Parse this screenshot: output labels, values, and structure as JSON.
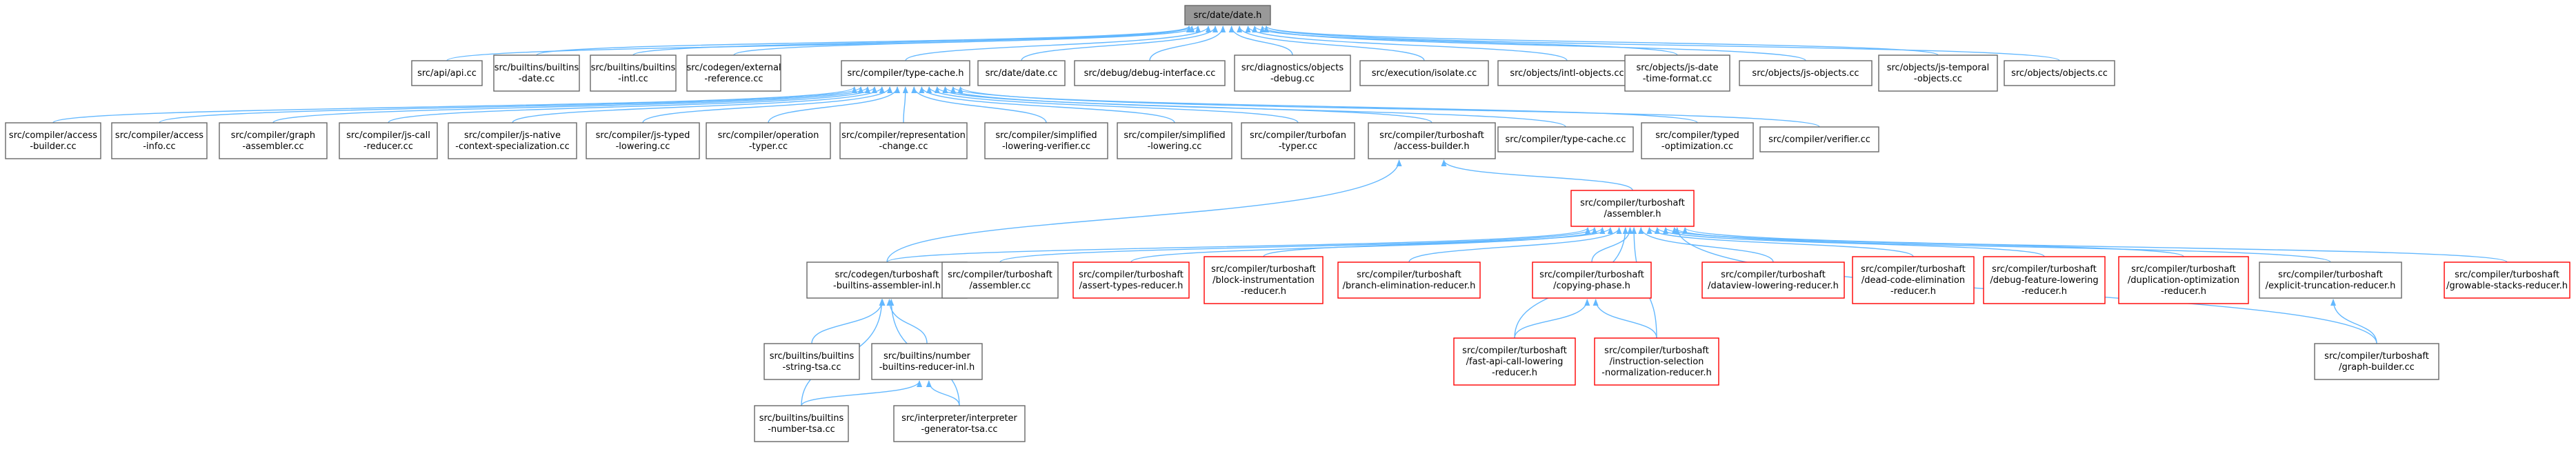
{
  "colors": {
    "edge": "#63b8ff",
    "root_fill": "#999999",
    "normal_border": "#666666",
    "highlight_border": "#ff0000",
    "background": "#ffffff"
  },
  "graph": {
    "nodes": [
      {
        "id": "date_h",
        "lines": [
          "src/date/date.h"
        ],
        "style": "root"
      },
      {
        "id": "api_cc",
        "lines": [
          "src/api/api.cc"
        ],
        "style": "normal"
      },
      {
        "id": "builtins_date",
        "lines": [
          "src/builtins/builtins",
          "-date.cc"
        ],
        "style": "normal"
      },
      {
        "id": "builtins_intl",
        "lines": [
          "src/builtins/builtins",
          "-intl.cc"
        ],
        "style": "normal"
      },
      {
        "id": "codegen_extref",
        "lines": [
          "src/codegen/external",
          "-reference.cc"
        ],
        "style": "normal"
      },
      {
        "id": "type_cache_h",
        "lines": [
          "src/compiler/type-cache.h"
        ],
        "style": "normal"
      },
      {
        "id": "date_cc",
        "lines": [
          "src/date/date.cc"
        ],
        "style": "normal"
      },
      {
        "id": "debug_iface",
        "lines": [
          "src/debug/debug-interface.cc"
        ],
        "style": "normal"
      },
      {
        "id": "diag_objdebug",
        "lines": [
          "src/diagnostics/objects",
          "-debug.cc"
        ],
        "style": "normal"
      },
      {
        "id": "exec_isolate",
        "lines": [
          "src/execution/isolate.cc"
        ],
        "style": "normal"
      },
      {
        "id": "intl_objects",
        "lines": [
          "src/objects/intl-objects.cc"
        ],
        "style": "normal"
      },
      {
        "id": "js_date_time",
        "lines": [
          "src/objects/js-date",
          "-time-format.cc"
        ],
        "style": "normal"
      },
      {
        "id": "js_objects",
        "lines": [
          "src/objects/js-objects.cc"
        ],
        "style": "normal"
      },
      {
        "id": "js_temporal",
        "lines": [
          "src/objects/js-temporal",
          "-objects.cc"
        ],
        "style": "normal"
      },
      {
        "id": "objects_cc",
        "lines": [
          "src/objects/objects.cc"
        ],
        "style": "normal"
      },
      {
        "id": "access_builder",
        "lines": [
          "src/compiler/access",
          "-builder.cc"
        ],
        "style": "normal"
      },
      {
        "id": "access_info",
        "lines": [
          "src/compiler/access",
          "-info.cc"
        ],
        "style": "normal"
      },
      {
        "id": "graph_assembler",
        "lines": [
          "src/compiler/graph",
          "-assembler.cc"
        ],
        "style": "normal"
      },
      {
        "id": "js_call_reducer",
        "lines": [
          "src/compiler/js-call",
          "-reducer.cc"
        ],
        "style": "normal"
      },
      {
        "id": "js_native_ctx",
        "lines": [
          "src/compiler/js-native",
          "-context-specialization.cc"
        ],
        "style": "normal"
      },
      {
        "id": "js_typed_lowering",
        "lines": [
          "src/compiler/js-typed",
          "-lowering.cc"
        ],
        "style": "normal"
      },
      {
        "id": "op_typer",
        "lines": [
          "src/compiler/operation",
          "-typer.cc"
        ],
        "style": "normal"
      },
      {
        "id": "repr_change",
        "lines": [
          "src/compiler/representation",
          "-change.cc"
        ],
        "style": "normal"
      },
      {
        "id": "simpl_verifier",
        "lines": [
          "src/compiler/simplified",
          "-lowering-verifier.cc"
        ],
        "style": "normal"
      },
      {
        "id": "simpl_lowering",
        "lines": [
          "src/compiler/simplified",
          "-lowering.cc"
        ],
        "style": "normal"
      },
      {
        "id": "turbofan_typer",
        "lines": [
          "src/compiler/turbofan",
          "-typer.cc"
        ],
        "style": "normal"
      },
      {
        "id": "ts_access_builder",
        "lines": [
          "src/compiler/turboshaft",
          "/access-builder.h"
        ],
        "style": "normal"
      },
      {
        "id": "type_cache_cc",
        "lines": [
          "src/compiler/type-cache.cc"
        ],
        "style": "normal"
      },
      {
        "id": "typed_opt",
        "lines": [
          "src/compiler/typed",
          "-optimization.cc"
        ],
        "style": "normal"
      },
      {
        "id": "verifier_cc",
        "lines": [
          "src/compiler/verifier.cc"
        ],
        "style": "normal"
      },
      {
        "id": "ts_assembler_h",
        "lines": [
          "src/compiler/turboshaft",
          "/assembler.h"
        ],
        "style": "highlight"
      },
      {
        "id": "cg_builtins_asm",
        "lines": [
          "src/codegen/turboshaft",
          "-builtins-assembler-inl.h"
        ],
        "style": "normal"
      },
      {
        "id": "ts_assembler_cc",
        "lines": [
          "src/compiler/turboshaft",
          "/assembler.cc"
        ],
        "style": "normal"
      },
      {
        "id": "assert_types",
        "lines": [
          "src/compiler/turboshaft",
          "/assert-types-reducer.h"
        ],
        "style": "highlight"
      },
      {
        "id": "block_instr",
        "lines": [
          "src/compiler/turboshaft",
          "/block-instrumentation",
          "-reducer.h"
        ],
        "style": "highlight"
      },
      {
        "id": "branch_elim",
        "lines": [
          "src/compiler/turboshaft",
          "/branch-elimination-reducer.h"
        ],
        "style": "highlight"
      },
      {
        "id": "copying_phase",
        "lines": [
          "src/compiler/turboshaft",
          "/copying-phase.h"
        ],
        "style": "highlight"
      },
      {
        "id": "dataview_lower",
        "lines": [
          "src/compiler/turboshaft",
          "/dataview-lowering-reducer.h"
        ],
        "style": "highlight"
      },
      {
        "id": "dead_code",
        "lines": [
          "src/compiler/turboshaft",
          "/dead-code-elimination",
          "-reducer.h"
        ],
        "style": "highlight"
      },
      {
        "id": "debug_feature",
        "lines": [
          "src/compiler/turboshaft",
          "/debug-feature-lowering",
          "-reducer.h"
        ],
        "style": "highlight"
      },
      {
        "id": "duplication_opt",
        "lines": [
          "src/compiler/turboshaft",
          "/duplication-optimization",
          "-reducer.h"
        ],
        "style": "highlight"
      },
      {
        "id": "explicit_trunc",
        "lines": [
          "src/compiler/turboshaft",
          "/explicit-truncation-reducer.h"
        ],
        "style": "normal"
      },
      {
        "id": "growable_stacks",
        "lines": [
          "src/compiler/turboshaft",
          "/growable-stacks-reducer.h"
        ],
        "style": "highlight"
      },
      {
        "id": "builtins_string_tsa",
        "lines": [
          "src/builtins/builtins",
          "-string-tsa.cc"
        ],
        "style": "normal"
      },
      {
        "id": "number_builtins_reducer",
        "lines": [
          "src/builtins/number",
          "-builtins-reducer-inl.h"
        ],
        "style": "normal"
      },
      {
        "id": "fast_api_call",
        "lines": [
          "src/compiler/turboshaft",
          "/fast-api-call-lowering",
          "-reducer.h"
        ],
        "style": "highlight"
      },
      {
        "id": "instr_selection",
        "lines": [
          "src/compiler/turboshaft",
          "/instruction-selection",
          "-normalization-reducer.h"
        ],
        "style": "highlight"
      },
      {
        "id": "graph_builder",
        "lines": [
          "src/compiler/turboshaft",
          "/graph-builder.cc"
        ],
        "style": "normal"
      },
      {
        "id": "builtins_number_tsa",
        "lines": [
          "src/builtins/builtins",
          "-number-tsa.cc"
        ],
        "style": "normal"
      },
      {
        "id": "interp_gen_tsa",
        "lines": [
          "src/interpreter/interpreter",
          "-generator-tsa.cc"
        ],
        "style": "normal"
      }
    ],
    "edges": [
      [
        "api_cc",
        "date_h"
      ],
      [
        "builtins_date",
        "date_h"
      ],
      [
        "builtins_intl",
        "date_h"
      ],
      [
        "codegen_extref",
        "date_h"
      ],
      [
        "type_cache_h",
        "date_h"
      ],
      [
        "date_cc",
        "date_h"
      ],
      [
        "debug_iface",
        "date_h"
      ],
      [
        "diag_objdebug",
        "date_h"
      ],
      [
        "exec_isolate",
        "date_h"
      ],
      [
        "intl_objects",
        "date_h"
      ],
      [
        "js_date_time",
        "date_h"
      ],
      [
        "js_objects",
        "date_h"
      ],
      [
        "js_temporal",
        "date_h"
      ],
      [
        "objects_cc",
        "date_h"
      ],
      [
        "access_builder",
        "type_cache_h"
      ],
      [
        "access_info",
        "type_cache_h"
      ],
      [
        "graph_assembler",
        "type_cache_h"
      ],
      [
        "js_call_reducer",
        "type_cache_h"
      ],
      [
        "js_native_ctx",
        "type_cache_h"
      ],
      [
        "js_typed_lowering",
        "type_cache_h"
      ],
      [
        "op_typer",
        "type_cache_h"
      ],
      [
        "repr_change",
        "type_cache_h"
      ],
      [
        "simpl_verifier",
        "type_cache_h"
      ],
      [
        "simpl_lowering",
        "type_cache_h"
      ],
      [
        "turbofan_typer",
        "type_cache_h"
      ],
      [
        "ts_access_builder",
        "type_cache_h"
      ],
      [
        "type_cache_cc",
        "type_cache_h"
      ],
      [
        "typed_opt",
        "type_cache_h"
      ],
      [
        "verifier_cc",
        "type_cache_h"
      ],
      [
        "ts_assembler_h",
        "ts_access_builder"
      ],
      [
        "cg_builtins_asm",
        "ts_access_builder"
      ],
      [
        "cg_builtins_asm",
        "ts_assembler_h"
      ],
      [
        "ts_assembler_cc",
        "ts_assembler_h"
      ],
      [
        "assert_types",
        "ts_assembler_h"
      ],
      [
        "block_instr",
        "ts_assembler_h"
      ],
      [
        "branch_elim",
        "ts_assembler_h"
      ],
      [
        "copying_phase",
        "ts_assembler_h"
      ],
      [
        "dataview_lower",
        "ts_assembler_h"
      ],
      [
        "dead_code",
        "ts_assembler_h"
      ],
      [
        "debug_feature",
        "ts_assembler_h"
      ],
      [
        "duplication_opt",
        "ts_assembler_h"
      ],
      [
        "explicit_trunc",
        "ts_assembler_h"
      ],
      [
        "growable_stacks",
        "ts_assembler_h"
      ],
      [
        "fast_api_call",
        "ts_assembler_h"
      ],
      [
        "instr_selection",
        "ts_assembler_h"
      ],
      [
        "graph_builder",
        "ts_assembler_h"
      ],
      [
        "fast_api_call",
        "copying_phase"
      ],
      [
        "instr_selection",
        "copying_phase"
      ],
      [
        "graph_builder",
        "explicit_trunc"
      ],
      [
        "builtins_string_tsa",
        "cg_builtins_asm"
      ],
      [
        "number_builtins_reducer",
        "cg_builtins_asm"
      ],
      [
        "builtins_number_tsa",
        "cg_builtins_asm"
      ],
      [
        "interp_gen_tsa",
        "cg_builtins_asm"
      ],
      [
        "builtins_number_tsa",
        "number_builtins_reducer"
      ],
      [
        "interp_gen_tsa",
        "number_builtins_reducer"
      ]
    ]
  }
}
